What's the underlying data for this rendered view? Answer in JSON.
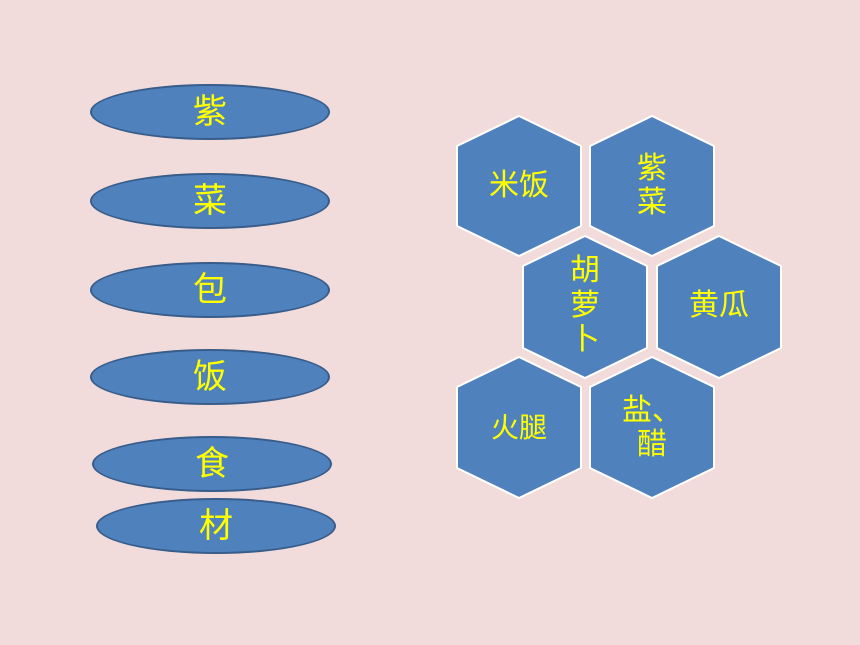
{
  "colors": {
    "background": "#f2dcdb",
    "shape_fill": "#4f81bd",
    "shape_border": "#385d8a",
    "text": "#ffff00"
  },
  "ovals": [
    "紫",
    "菜",
    "包",
    "饭",
    "食",
    "材"
  ],
  "hexagons": {
    "rice": "米饭",
    "seaweed": [
      "紫",
      "菜"
    ],
    "carrot": [
      "胡",
      "萝",
      "卜"
    ],
    "cucumber": "黄瓜",
    "ham": "火腿",
    "salt_vinegar": [
      "盐、",
      "醋"
    ]
  }
}
